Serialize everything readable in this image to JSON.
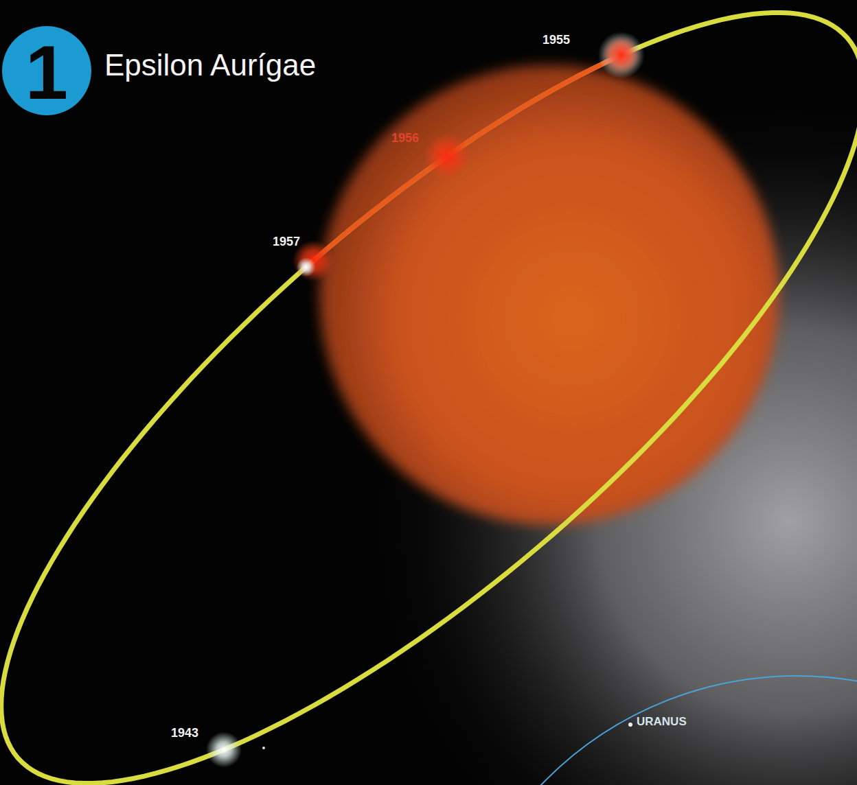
{
  "diagram": {
    "title": "Epsilon Aurígae",
    "nodes": [
      {
        "text": [
          "1"
        ]
      }
    ],
    "labels": [
      "1955",
      "1956",
      "1957",
      "1943",
      "URANUS"
    ]
  }
}
